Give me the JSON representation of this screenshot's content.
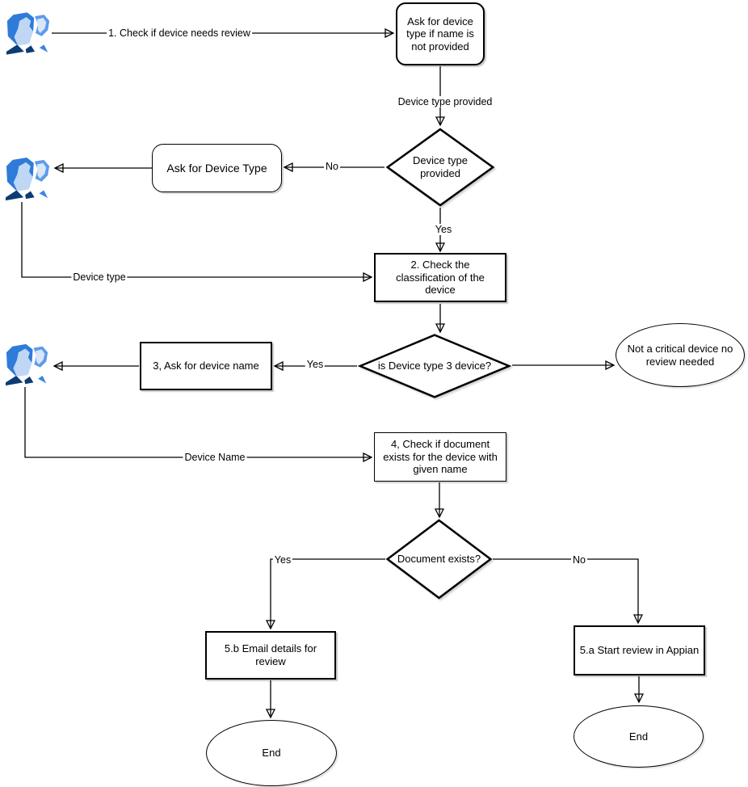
{
  "diagram": {
    "nodes": {
      "ask_device_type_start": {
        "label": "Ask for device type if name is not provided"
      },
      "device_type_provided_decision": {
        "label": "Device type provided"
      },
      "ask_for_device_type": {
        "label": "Ask for Device Type"
      },
      "check_classification": {
        "label": "2. Check the classification of the device"
      },
      "is_type3_decision": {
        "label": "is Device type 3 device?"
      },
      "ask_device_name": {
        "label": "3, Ask for device name"
      },
      "not_critical": {
        "label": "Not a critical device no review needed"
      },
      "check_document": {
        "label": "4, Check if document exists for the device with given name"
      },
      "document_exists_decision": {
        "label": "Document exists?"
      },
      "email_details": {
        "label": "5.b Email details for review"
      },
      "start_review_appian": {
        "label": "5.a Start review in Appian"
      },
      "end_left": {
        "label": "End"
      },
      "end_right": {
        "label": "End"
      }
    },
    "edge_labels": {
      "check_if_review": "1. Check if device needs review",
      "device_type_provided": "Device type provided",
      "no1": "No",
      "yes1": "Yes",
      "device_type": "Device type",
      "yes2": "Yes",
      "device_name": "Device Name",
      "yes3": "Yes",
      "no2": "No"
    },
    "colors": {
      "line": "#000000",
      "shape_fill": "#ffffff",
      "icon_blue": "#2E7BD9",
      "icon_blue_light": "#BFD6F4",
      "icon_blue_mid": "#5B9BEC",
      "icon_navy": "#0D3C74"
    }
  }
}
